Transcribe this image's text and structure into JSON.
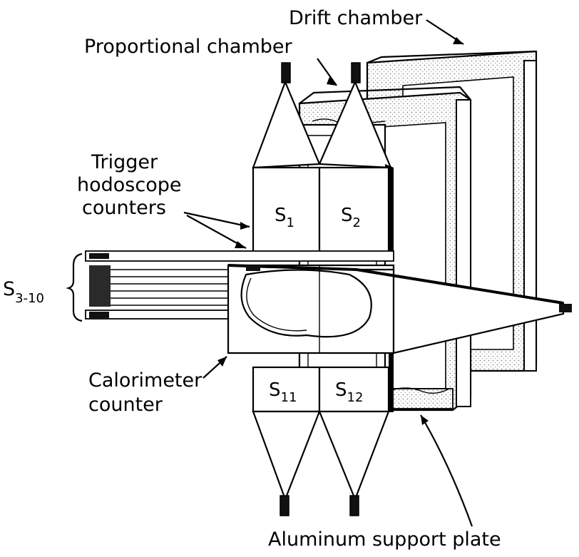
{
  "labels": {
    "drift_chamber": "Drift chamber",
    "proportional_chamber": "Proportional chamber",
    "trigger_line1": "Trigger",
    "trigger_line2": "hodoscope",
    "trigger_line3": "counters",
    "s_group_main": "S",
    "s_group_sub": "3-10",
    "calorimeter_line1": "Calorimeter",
    "calorimeter_line2": "counter",
    "aluminum_plate": "Aluminum support plate"
  },
  "counters": [
    {
      "main": "S",
      "sub": "1"
    },
    {
      "main": "S",
      "sub": "2"
    },
    {
      "main": "S",
      "sub": "11"
    },
    {
      "main": "S",
      "sub": "12"
    }
  ],
  "colors": {
    "ink": "#000000",
    "stipple": "#d8d8d8",
    "paper": "#ffffff"
  }
}
